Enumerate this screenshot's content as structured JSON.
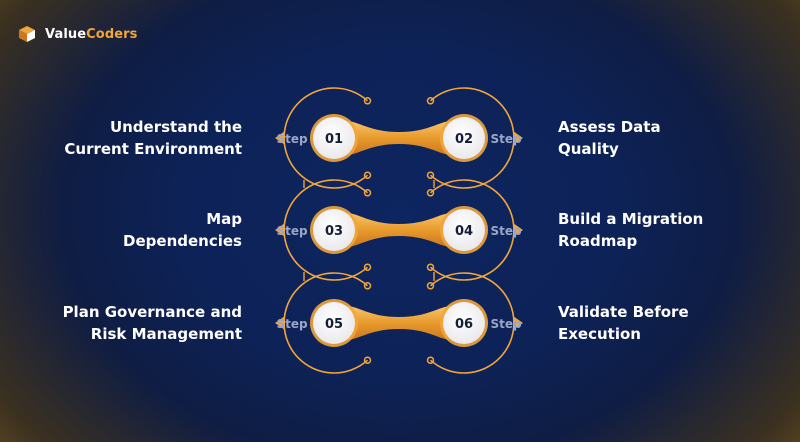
{
  "brand": {
    "name_part1": "Value",
    "name_part2": "Coders",
    "accent_color": "#f2a53a"
  },
  "step_prefix": "Step",
  "steps": [
    {
      "number": "01",
      "lines": [
        "Understand the",
        "Current Environment"
      ]
    },
    {
      "number": "02",
      "lines": [
        "Assess Data",
        "Quality"
      ]
    },
    {
      "number": "03",
      "lines": [
        "Map",
        "Dependencies"
      ]
    },
    {
      "number": "04",
      "lines": [
        "Build a Migration",
        "Roadmap"
      ]
    },
    {
      "number": "05",
      "lines": [
        "Plan Governance and",
        "Risk Management"
      ]
    },
    {
      "number": "06",
      "lines": [
        "Validate Before",
        "Execution"
      ]
    }
  ]
}
